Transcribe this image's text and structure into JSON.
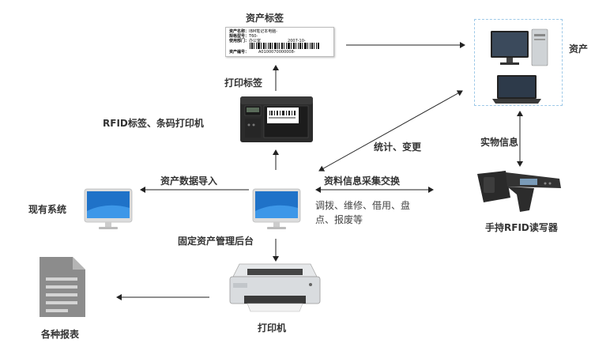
{
  "labels": {
    "asset_tag": "资产标签",
    "print_tag": "打印标签",
    "printer_rfid": "RFID标签、条码打印机",
    "assets": "资产",
    "physical_info": "实物信息",
    "stats_change": "统计、变更",
    "import_asset_data": "资产数据导入",
    "existing_system": "现有系统",
    "data_exchange": "资料信息采集交换",
    "operations_line1": "调拨、维修、借用、盘",
    "operations_line2": "点、报废等",
    "handheld_reader": "手持RFID读写器",
    "fixed_asset_backend": "固定资产管理后台",
    "various_reports": "各种报表",
    "printer": "打印机"
  },
  "tag_card": {
    "line1_label": "资产名称：",
    "line1_value": "IBM笔记本电脑-",
    "line2_label": "规格型号：",
    "line2_value": "T60-",
    "line3_label": "使用部门：",
    "line3_value": "办公室",
    "line3_date": "2007-10-",
    "line4_label": "资产编号：",
    "line4_value": "A0100070000008-"
  },
  "monitor_screen": "",
  "colors": {
    "arrow": "#222222",
    "monitor_blue": "#2a7fd4",
    "monitor_frame": "#d8d8d8",
    "doc_gray": "#8c8c8c",
    "dashed_box": "#9ec9e8"
  }
}
